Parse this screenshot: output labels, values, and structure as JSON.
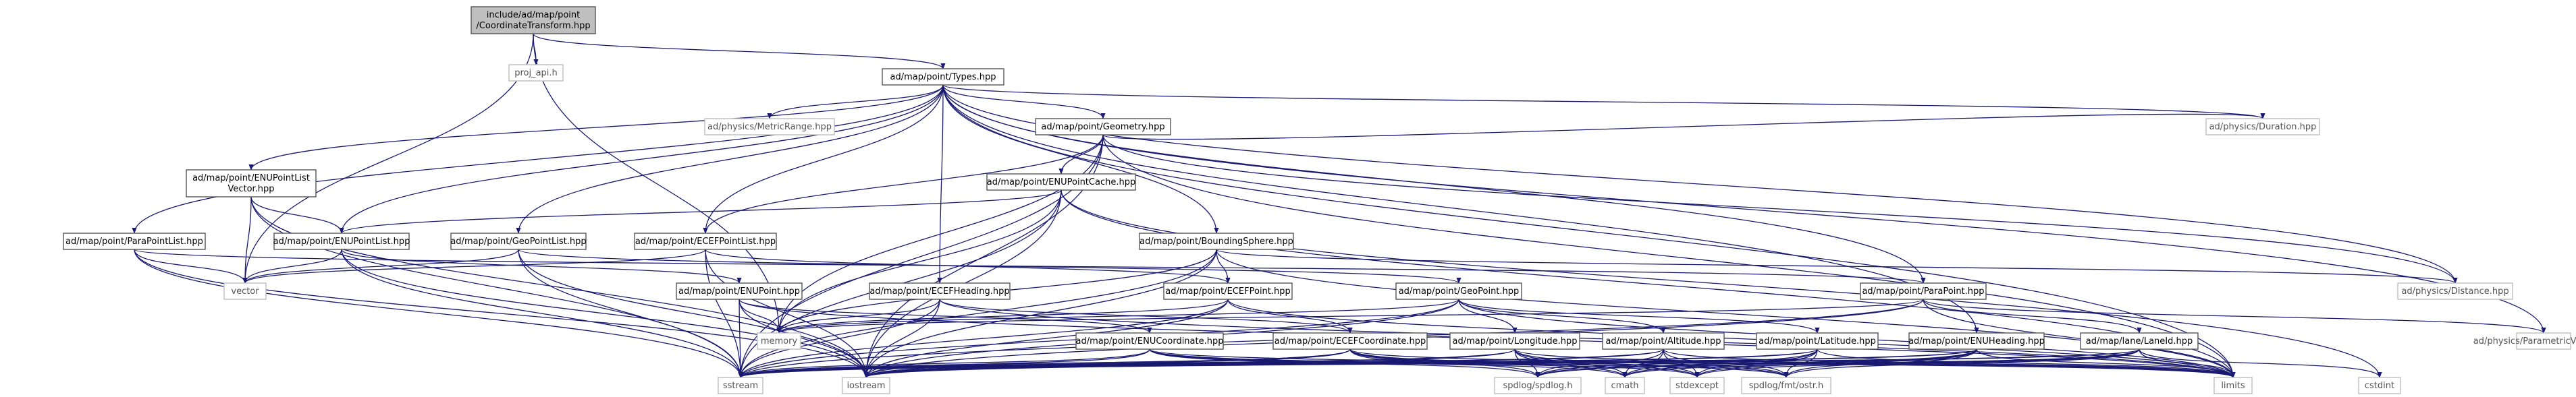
{
  "colors": {
    "edge": "#191970",
    "node_border": "#555555",
    "node_border_external": "#bfbfbf",
    "node_fill": "#ffffff",
    "root_fill": "#bfbfbf"
  },
  "nodes": [
    {
      "id": "root",
      "lines": [
        "include/ad/map/point",
        "/CoordinateTransform.hpp"
      ],
      "kind": "root"
    },
    {
      "id": "proj_api",
      "lines": [
        "proj_api.h"
      ],
      "kind": "external"
    },
    {
      "id": "types",
      "lines": [
        "ad/map/point/Types.hpp"
      ],
      "kind": "internal"
    },
    {
      "id": "metric_range",
      "lines": [
        "ad/physics/MetricRange.hpp"
      ],
      "kind": "external"
    },
    {
      "id": "geometry",
      "lines": [
        "ad/map/point/Geometry.hpp"
      ],
      "kind": "internal"
    },
    {
      "id": "duration",
      "lines": [
        "ad/physics/Duration.hpp"
      ],
      "kind": "external"
    },
    {
      "id": "enu_list_vec",
      "lines": [
        "ad/map/point/ENUPointList",
        "Vector.hpp"
      ],
      "kind": "internal"
    },
    {
      "id": "enu_cache",
      "lines": [
        "ad/map/point/ENUPointCache.hpp"
      ],
      "kind": "internal"
    },
    {
      "id": "para_list",
      "lines": [
        "ad/map/point/ParaPointList.hpp"
      ],
      "kind": "internal"
    },
    {
      "id": "enu_list",
      "lines": [
        "ad/map/point/ENUPointList.hpp"
      ],
      "kind": "internal"
    },
    {
      "id": "geo_list",
      "lines": [
        "ad/map/point/GeoPointList.hpp"
      ],
      "kind": "internal"
    },
    {
      "id": "ecef_list",
      "lines": [
        "ad/map/point/ECEFPointList.hpp"
      ],
      "kind": "internal"
    },
    {
      "id": "bounding",
      "lines": [
        "ad/map/point/BoundingSphere.hpp"
      ],
      "kind": "internal"
    },
    {
      "id": "vector",
      "lines": [
        "vector"
      ],
      "kind": "external"
    },
    {
      "id": "distance",
      "lines": [
        "ad/physics/Distance.hpp"
      ],
      "kind": "external"
    },
    {
      "id": "enu_point",
      "lines": [
        "ad/map/point/ENUPoint.hpp"
      ],
      "kind": "internal"
    },
    {
      "id": "ecef_heading",
      "lines": [
        "ad/map/point/ECEFHeading.hpp"
      ],
      "kind": "internal"
    },
    {
      "id": "ecef_point",
      "lines": [
        "ad/map/point/ECEFPoint.hpp"
      ],
      "kind": "internal"
    },
    {
      "id": "geo_point",
      "lines": [
        "ad/map/point/GeoPoint.hpp"
      ],
      "kind": "internal"
    },
    {
      "id": "para_point",
      "lines": [
        "ad/map/point/ParaPoint.hpp"
      ],
      "kind": "internal"
    },
    {
      "id": "memory",
      "lines": [
        "memory"
      ],
      "kind": "external"
    },
    {
      "id": "param_value",
      "lines": [
        "ad/physics/ParametricValue.hpp"
      ],
      "kind": "external"
    },
    {
      "id": "enu_coord",
      "lines": [
        "ad/map/point/ENUCoordinate.hpp"
      ],
      "kind": "internal"
    },
    {
      "id": "ecef_coord",
      "lines": [
        "ad/map/point/ECEFCoordinate.hpp"
      ],
      "kind": "internal"
    },
    {
      "id": "longitude",
      "lines": [
        "ad/map/point/Longitude.hpp"
      ],
      "kind": "internal"
    },
    {
      "id": "altitude",
      "lines": [
        "ad/map/point/Altitude.hpp"
      ],
      "kind": "internal"
    },
    {
      "id": "latitude",
      "lines": [
        "ad/map/point/Latitude.hpp"
      ],
      "kind": "internal"
    },
    {
      "id": "enu_heading",
      "lines": [
        "ad/map/point/ENUHeading.hpp"
      ],
      "kind": "internal"
    },
    {
      "id": "lane_id",
      "lines": [
        "ad/map/lane/LaneId.hpp"
      ],
      "kind": "internal"
    },
    {
      "id": "sstream",
      "lines": [
        "sstream"
      ],
      "kind": "external"
    },
    {
      "id": "iostream",
      "lines": [
        "iostream"
      ],
      "kind": "external"
    },
    {
      "id": "spdlog",
      "lines": [
        "spdlog/spdlog.h"
      ],
      "kind": "external"
    },
    {
      "id": "cmath",
      "lines": [
        "cmath"
      ],
      "kind": "external"
    },
    {
      "id": "stdexcept",
      "lines": [
        "stdexcept"
      ],
      "kind": "external"
    },
    {
      "id": "fmt_ostr",
      "lines": [
        "spdlog/fmt/ostr.h"
      ],
      "kind": "external"
    },
    {
      "id": "limits",
      "lines": [
        "limits"
      ],
      "kind": "external"
    },
    {
      "id": "cstdint",
      "lines": [
        "cstdint"
      ],
      "kind": "external"
    }
  ],
  "edges": [
    [
      "root",
      "proj_api"
    ],
    [
      "root",
      "types"
    ],
    [
      "root",
      "vector"
    ],
    [
      "root",
      "memory"
    ],
    [
      "types",
      "metric_range"
    ],
    [
      "types",
      "geometry"
    ],
    [
      "types",
      "duration"
    ],
    [
      "types",
      "enu_list_vec"
    ],
    [
      "types",
      "para_list"
    ],
    [
      "types",
      "enu_list"
    ],
    [
      "types",
      "geo_list"
    ],
    [
      "types",
      "ecef_list"
    ],
    [
      "types",
      "bounding"
    ],
    [
      "types",
      "ecef_heading"
    ],
    [
      "types",
      "para_point"
    ],
    [
      "types",
      "distance"
    ],
    [
      "types",
      "enu_heading"
    ],
    [
      "types",
      "param_value"
    ],
    [
      "types",
      "limits"
    ],
    [
      "geometry",
      "enu_cache"
    ],
    [
      "geometry",
      "ecef_list"
    ],
    [
      "geometry",
      "duration"
    ],
    [
      "geometry",
      "distance"
    ],
    [
      "geometry",
      "memory"
    ],
    [
      "geometry",
      "iostream"
    ],
    [
      "geometry",
      "sstream"
    ],
    [
      "geometry",
      "limits"
    ],
    [
      "enu_list_vec",
      "enu_list"
    ],
    [
      "enu_list_vec",
      "vector"
    ],
    [
      "enu_list_vec",
      "iostream"
    ],
    [
      "enu_list_vec",
      "sstream"
    ],
    [
      "enu_cache",
      "enu_list"
    ],
    [
      "enu_cache",
      "memory"
    ],
    [
      "enu_cache",
      "iostream"
    ],
    [
      "enu_cache",
      "sstream"
    ],
    [
      "enu_cache",
      "limits"
    ],
    [
      "enu_cache",
      "cstdint"
    ],
    [
      "para_list",
      "vector"
    ],
    [
      "para_list",
      "para_point"
    ],
    [
      "para_list",
      "iostream"
    ],
    [
      "para_list",
      "sstream"
    ],
    [
      "enu_list",
      "vector"
    ],
    [
      "enu_list",
      "enu_point"
    ],
    [
      "enu_list",
      "iostream"
    ],
    [
      "enu_list",
      "sstream"
    ],
    [
      "geo_list",
      "vector"
    ],
    [
      "geo_list",
      "geo_point"
    ],
    [
      "geo_list",
      "iostream"
    ],
    [
      "geo_list",
      "sstream"
    ],
    [
      "ecef_list",
      "vector"
    ],
    [
      "ecef_list",
      "ecef_point"
    ],
    [
      "ecef_list",
      "iostream"
    ],
    [
      "ecef_list",
      "sstream"
    ],
    [
      "bounding",
      "ecef_point"
    ],
    [
      "bounding",
      "distance"
    ],
    [
      "bounding",
      "memory"
    ],
    [
      "bounding",
      "iostream"
    ],
    [
      "bounding",
      "sstream"
    ],
    [
      "bounding",
      "limits"
    ],
    [
      "enu_point",
      "enu_coord"
    ],
    [
      "enu_point",
      "memory"
    ],
    [
      "enu_point",
      "iostream"
    ],
    [
      "enu_point",
      "sstream"
    ],
    [
      "enu_point",
      "limits"
    ],
    [
      "ecef_heading",
      "ecef_coord"
    ],
    [
      "ecef_heading",
      "memory"
    ],
    [
      "ecef_heading",
      "iostream"
    ],
    [
      "ecef_heading",
      "sstream"
    ],
    [
      "ecef_heading",
      "limits"
    ],
    [
      "ecef_point",
      "ecef_coord"
    ],
    [
      "ecef_point",
      "memory"
    ],
    [
      "ecef_point",
      "iostream"
    ],
    [
      "ecef_point",
      "sstream"
    ],
    [
      "ecef_point",
      "limits"
    ],
    [
      "geo_point",
      "longitude"
    ],
    [
      "geo_point",
      "latitude"
    ],
    [
      "geo_point",
      "altitude"
    ],
    [
      "geo_point",
      "memory"
    ],
    [
      "geo_point",
      "iostream"
    ],
    [
      "geo_point",
      "sstream"
    ],
    [
      "geo_point",
      "limits"
    ],
    [
      "para_point",
      "lane_id"
    ],
    [
      "para_point",
      "param_value"
    ],
    [
      "para_point",
      "memory"
    ],
    [
      "para_point",
      "iostream"
    ],
    [
      "para_point",
      "sstream"
    ],
    [
      "para_point",
      "limits"
    ],
    [
      "enu_coord",
      "cmath"
    ],
    [
      "enu_coord",
      "limits"
    ],
    [
      "enu_coord",
      "spdlog"
    ],
    [
      "enu_coord",
      "fmt_ostr"
    ],
    [
      "enu_coord",
      "stdexcept"
    ],
    [
      "enu_coord",
      "iostream"
    ],
    [
      "enu_coord",
      "sstream"
    ],
    [
      "ecef_coord",
      "cmath"
    ],
    [
      "ecef_coord",
      "limits"
    ],
    [
      "ecef_coord",
      "spdlog"
    ],
    [
      "ecef_coord",
      "fmt_ostr"
    ],
    [
      "ecef_coord",
      "stdexcept"
    ],
    [
      "ecef_coord",
      "iostream"
    ],
    [
      "ecef_coord",
      "sstream"
    ],
    [
      "longitude",
      "cmath"
    ],
    [
      "longitude",
      "limits"
    ],
    [
      "longitude",
      "spdlog"
    ],
    [
      "longitude",
      "fmt_ostr"
    ],
    [
      "longitude",
      "stdexcept"
    ],
    [
      "longitude",
      "iostream"
    ],
    [
      "longitude",
      "sstream"
    ],
    [
      "altitude",
      "cmath"
    ],
    [
      "altitude",
      "limits"
    ],
    [
      "altitude",
      "spdlog"
    ],
    [
      "altitude",
      "fmt_ostr"
    ],
    [
      "altitude",
      "stdexcept"
    ],
    [
      "altitude",
      "iostream"
    ],
    [
      "altitude",
      "sstream"
    ],
    [
      "latitude",
      "cmath"
    ],
    [
      "latitude",
      "limits"
    ],
    [
      "latitude",
      "spdlog"
    ],
    [
      "latitude",
      "fmt_ostr"
    ],
    [
      "latitude",
      "stdexcept"
    ],
    [
      "latitude",
      "iostream"
    ],
    [
      "latitude",
      "sstream"
    ],
    [
      "enu_heading",
      "cmath"
    ],
    [
      "enu_heading",
      "limits"
    ],
    [
      "enu_heading",
      "spdlog"
    ],
    [
      "enu_heading",
      "fmt_ostr"
    ],
    [
      "enu_heading",
      "stdexcept"
    ],
    [
      "enu_heading",
      "iostream"
    ],
    [
      "enu_heading",
      "sstream"
    ],
    [
      "lane_id",
      "cmath"
    ],
    [
      "lane_id",
      "limits"
    ],
    [
      "lane_id",
      "spdlog"
    ],
    [
      "lane_id",
      "fmt_ostr"
    ],
    [
      "lane_id",
      "stdexcept"
    ],
    [
      "lane_id",
      "iostream"
    ],
    [
      "lane_id",
      "sstream"
    ],
    [
      "lane_id",
      "cstdint"
    ]
  ]
}
